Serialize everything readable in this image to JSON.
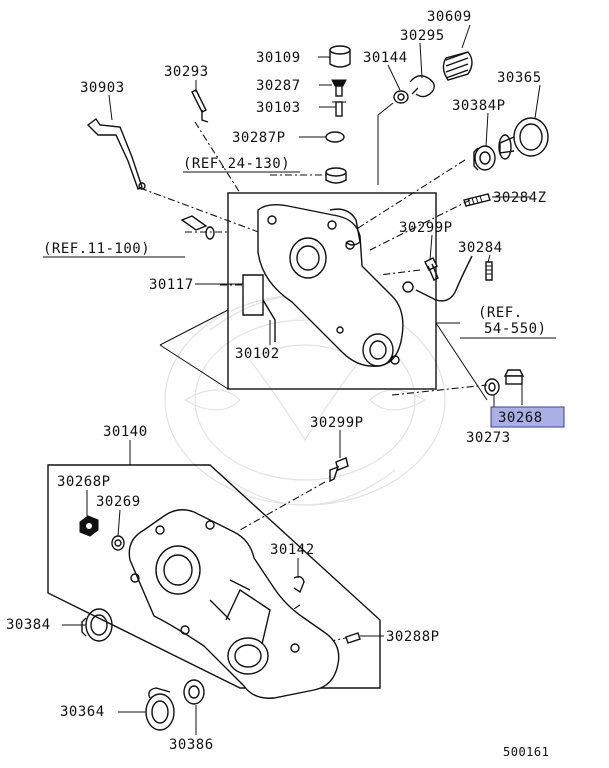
{
  "diagram": {
    "code": "500161",
    "highlight_color": "#aab0e6",
    "parts": {
      "p30609": "30609",
      "p30295": "30295",
      "p30109": "30109",
      "p30144": "30144",
      "p30293": "30293",
      "p30365": "30365",
      "p30287": "30287",
      "p30903": "30903",
      "p30103": "30103",
      "p30384p": "30384P",
      "p30287p": "30287P",
      "p30284z": "30284Z",
      "p30299p_top": "30299P",
      "p30284": "30284",
      "p30117": "30117",
      "p30102": "30102",
      "p30268_selected": "30268",
      "p30273": "30273",
      "p30140": "30140",
      "p30299p_mid": "30299P",
      "p30268p": "30268P",
      "p30269": "30269",
      "p30142": "30142",
      "p30384": "30384",
      "p30288p": "30288P",
      "p30364": "30364",
      "p30386": "30386"
    },
    "refs": {
      "ref_24_130": "(REF.24-130)",
      "ref_11_100": "(REF.11-100)",
      "ref_54_550_line1": "(REF.",
      "ref_54_550_line2": "54-550)"
    }
  }
}
